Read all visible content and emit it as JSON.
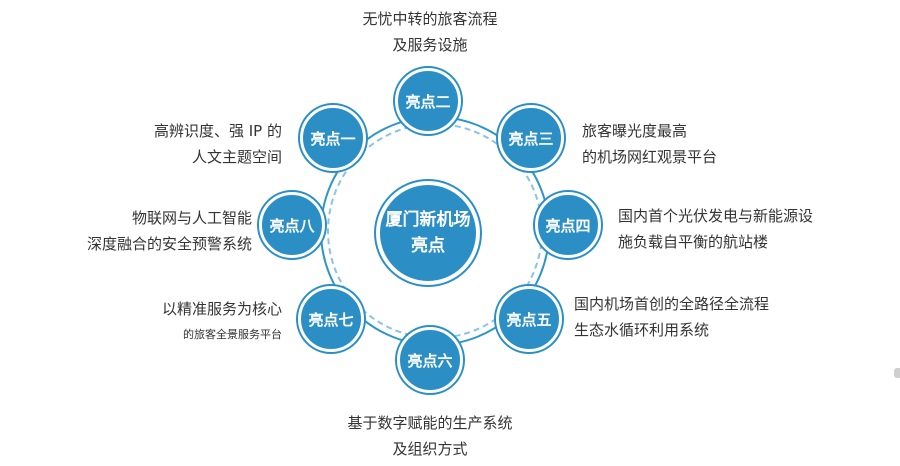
{
  "center": {
    "line1": "厦门新机场",
    "line2": "亮点"
  },
  "nodes": [
    {
      "label": "亮点一",
      "desc": [
        "高辨识度、强 IP 的",
        "人文主题空间"
      ]
    },
    {
      "label": "亮点二",
      "desc": [
        "无忧中转的旅客流程",
        "及服务设施"
      ]
    },
    {
      "label": "亮点三",
      "desc": [
        "旅客曝光度最高",
        "的机场网红观景平台"
      ]
    },
    {
      "label": "亮点四",
      "desc": [
        "国内首个光伏发电与新能源设",
        "施负载自平衡的航站楼"
      ]
    },
    {
      "label": "亮点五",
      "desc": [
        "国内机场首创的全路径全流程",
        "生态水循环利用系统"
      ]
    },
    {
      "label": "亮点六",
      "desc": [
        "基于数字赋能的生产系统",
        "及组织方式"
      ]
    },
    {
      "label": "亮点七",
      "desc": [
        "以精准服务为核心",
        "的旅客全景服务平台"
      ]
    },
    {
      "label": "亮点八",
      "desc": [
        "物联网与人工智能",
        "深度融合的安全预警系统"
      ]
    }
  ]
}
